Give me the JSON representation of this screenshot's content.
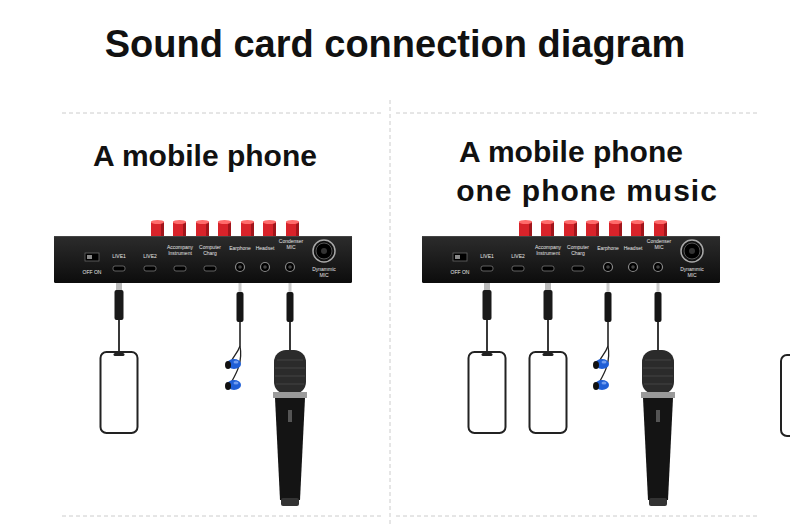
{
  "diagram": {
    "title": "Sound card connection diagram",
    "nodes": [
      {
        "text": [
          "OFF ON",
          "LIVE1",
          "LIVE2",
          "Accompany Instrument",
          "Computer Charg",
          "Earphone",
          "Headset",
          "Condenser MIC",
          "Dynammic MIC"
        ]
      },
      {
        "text": [
          "OFF ON",
          "LIVE1",
          "LIVE2",
          "Accompany Instrument",
          "Computer Charg",
          "Earphone",
          "Headset",
          "Condenser MIC",
          "Dynammic MIC"
        ]
      }
    ],
    "labels": [
      "A mobile phone",
      "A mobile phone",
      "one phone music"
    ]
  }
}
